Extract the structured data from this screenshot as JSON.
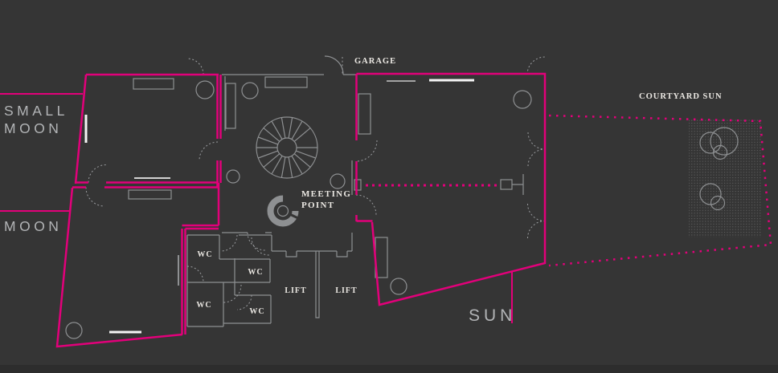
{
  "colors": {
    "background": "#353535",
    "bottom_strip": "#2d2d2d",
    "plan_pink": "#e2007a",
    "plan_gray": "#8e9092",
    "plan_gray_dotted": "#9b9da0",
    "window_white": "#f5f5f5",
    "label_gray": "#b2b4b6",
    "label_white": "#ece9e4",
    "grid_dot": "#606060"
  },
  "labels": {
    "small_moon_line1": "SMALL",
    "small_moon_line2": "MOON",
    "moon": "MOON",
    "sun": "SUN",
    "garage": "GARAGE",
    "courtyard_sun": "COURTYARD SUN",
    "meeting_point_line1": "MEETING",
    "meeting_point_line2": "POINT",
    "wc": "WC",
    "lift": "LIFT"
  }
}
